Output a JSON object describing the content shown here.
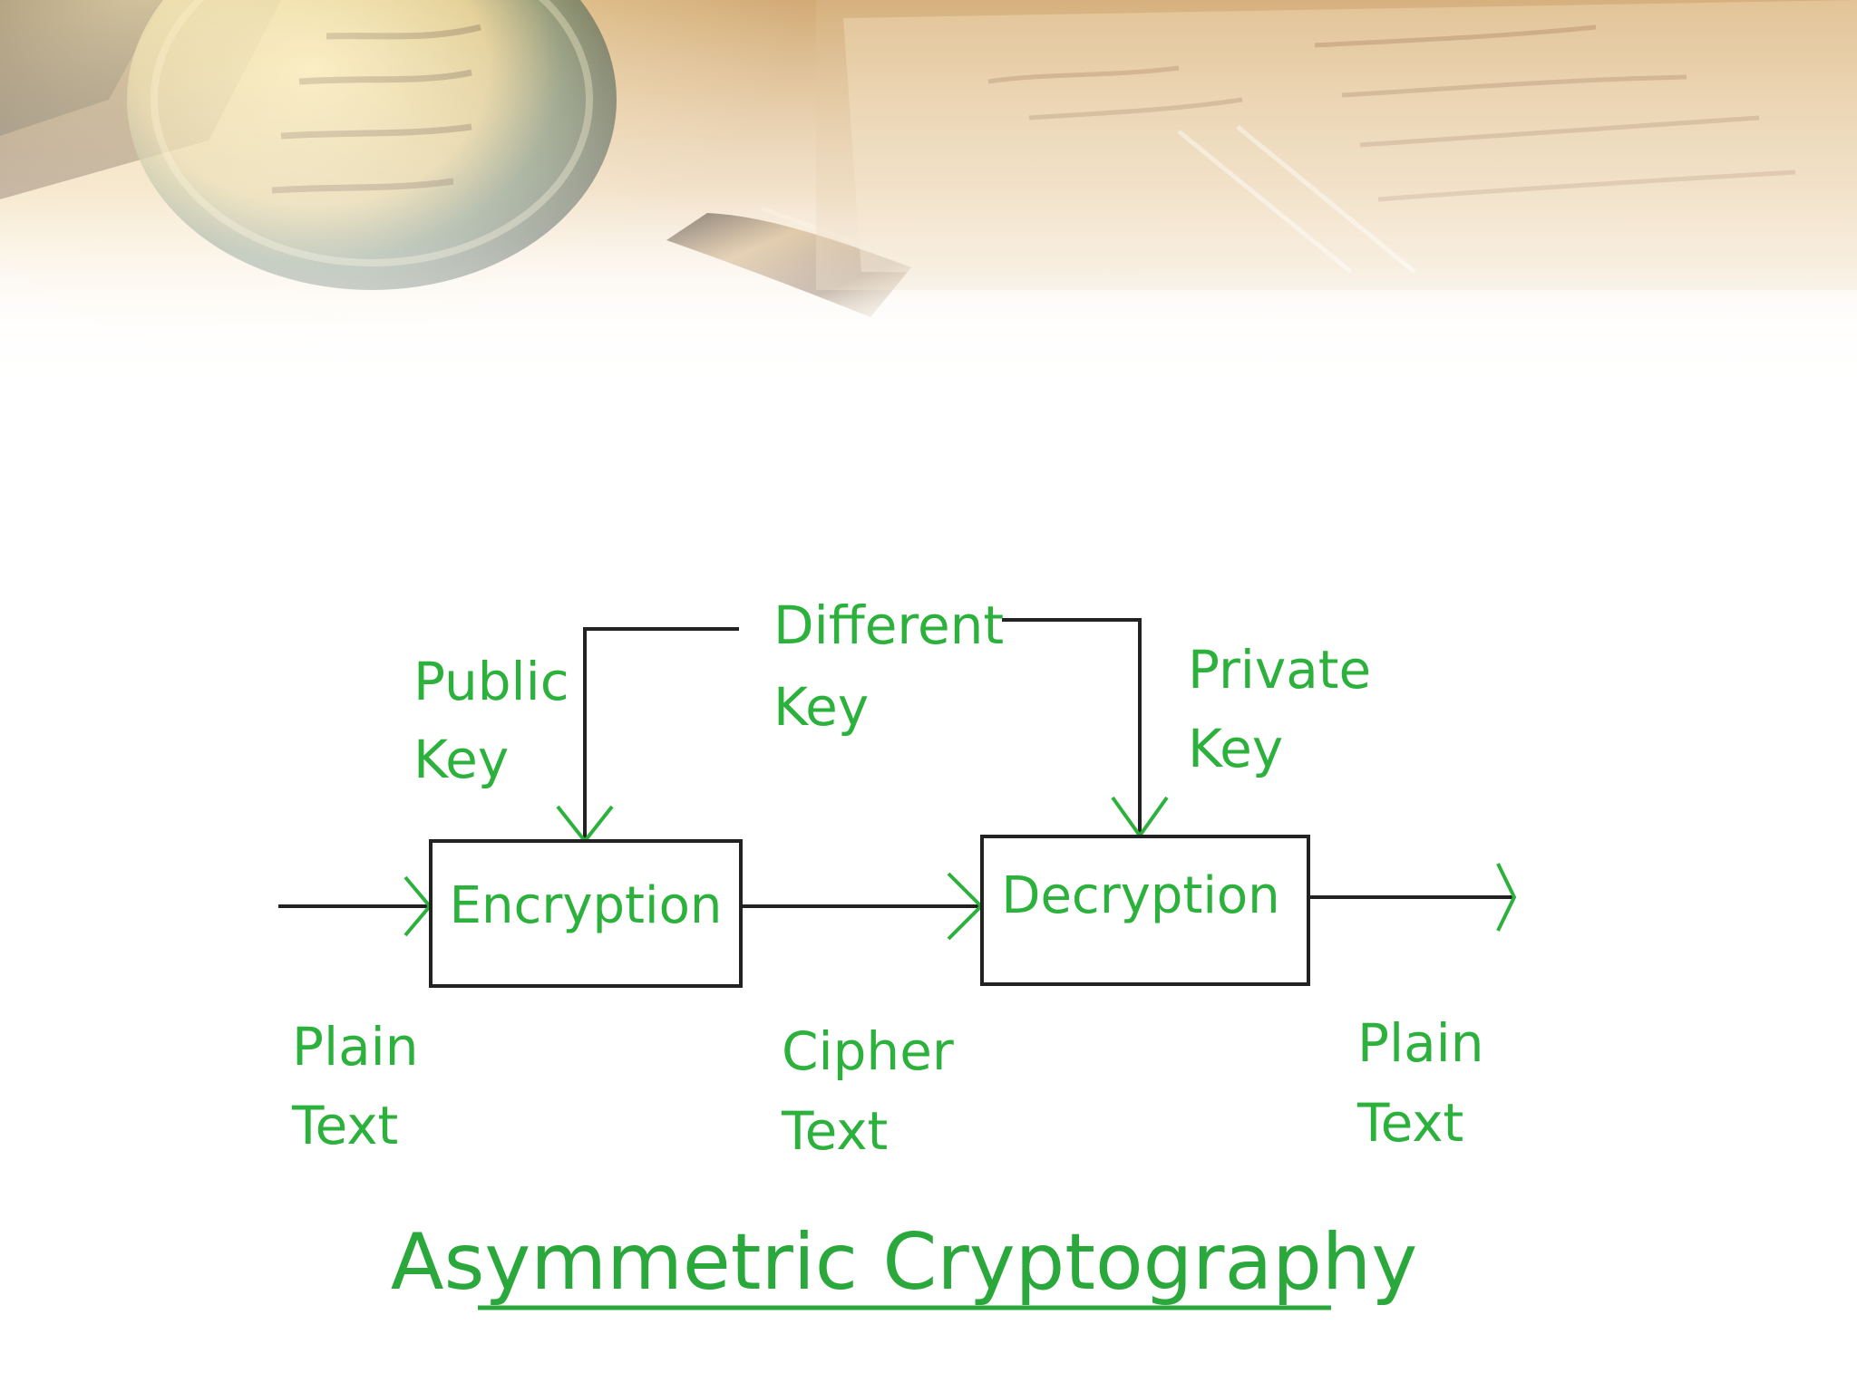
{
  "diagram": {
    "title": "Asymmetric Cryptography",
    "key_label": {
      "line1": "Different",
      "line2": "Key"
    },
    "public_key": {
      "line1": "Public",
      "line2": "Key"
    },
    "private_key": {
      "line1": "Private",
      "line2": "Key"
    },
    "nodes": {
      "encryption": "Encryption",
      "decryption": "Decryption"
    },
    "input_text": {
      "line1": "Plain",
      "line2": "Text"
    },
    "cipher_text": {
      "line1": "Cipher",
      "line2": "Text"
    },
    "output_text": {
      "line1": "Plain",
      "line2": "Text"
    },
    "colors": {
      "label": "#2bb13c",
      "line": "#222222"
    }
  }
}
